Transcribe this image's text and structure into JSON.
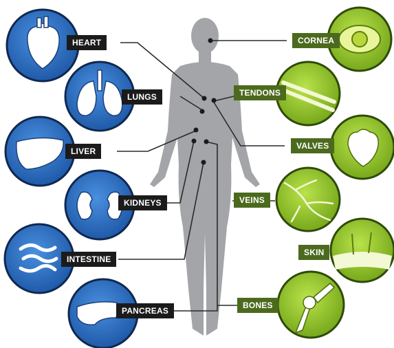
{
  "organs_left": [
    {
      "label": "HEART",
      "icon": "heart-icon"
    },
    {
      "label": "LUNGS",
      "icon": "lungs-icon"
    },
    {
      "label": "LIVER",
      "icon": "liver-icon"
    },
    {
      "label": "KIDNEYS",
      "icon": "kidneys-icon"
    },
    {
      "label": "INTESTINE",
      "icon": "intestine-icon"
    },
    {
      "label": "PANCREAS",
      "icon": "pancreas-icon"
    }
  ],
  "tissues_right": [
    {
      "label": "CORNEA",
      "icon": "eye-icon"
    },
    {
      "label": "TENDONS",
      "icon": "tendon-icon"
    },
    {
      "label": "VALVES",
      "icon": "heart-valve-icon"
    },
    {
      "label": "VEINS",
      "icon": "veins-icon"
    },
    {
      "label": "SKIN",
      "icon": "skin-icon"
    },
    {
      "label": "BONES",
      "icon": "bone-icon"
    }
  ],
  "colors": {
    "organ_blue": "#2f6fc0",
    "tissue_green": "#8cbf2a",
    "label_dark": "#1b1b1b",
    "label_green": "#4c6a1d",
    "body_gray": "#a3a5a8"
  }
}
